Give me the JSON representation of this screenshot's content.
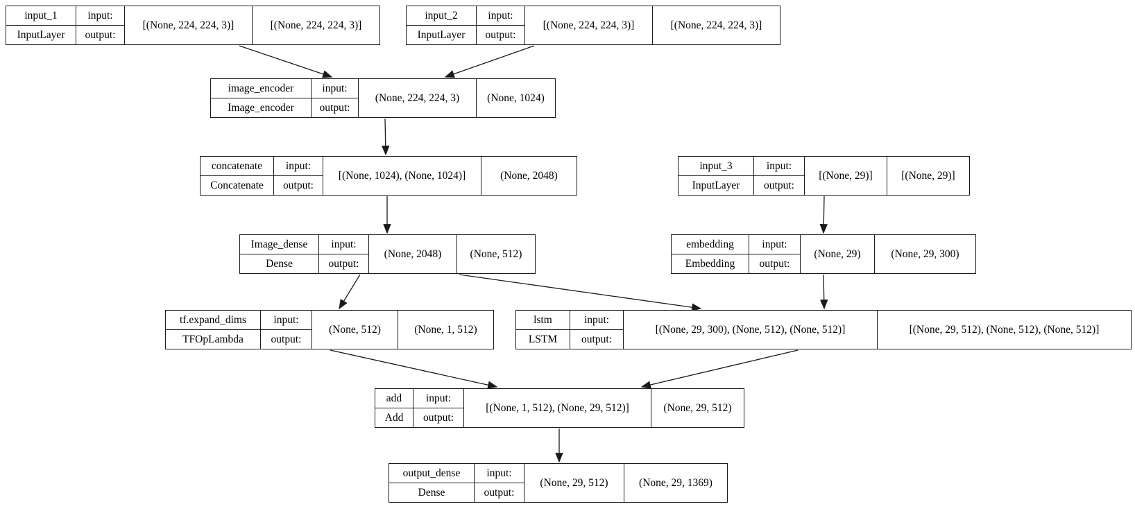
{
  "diagram": {
    "kind": "keras-model-plot",
    "labels": {
      "input": "input:",
      "output": "output:"
    },
    "nodes": [
      {
        "name": "input_1",
        "type": "InputLayer",
        "input_shape": "[(None, 224, 224, 3)]",
        "output_shape": "[(None, 224, 224, 3)]"
      },
      {
        "name": "input_2",
        "type": "InputLayer",
        "input_shape": "[(None, 224, 224, 3)]",
        "output_shape": "[(None, 224, 224, 3)]"
      },
      {
        "name": "image_encoder",
        "type": "Image_encoder",
        "input_shape": "(None, 224, 224, 3)",
        "output_shape": "(None, 1024)"
      },
      {
        "name": "concatenate",
        "type": "Concatenate",
        "input_shape": "[(None, 1024), (None, 1024)]",
        "output_shape": "(None, 2048)"
      },
      {
        "name": "input_3",
        "type": "InputLayer",
        "input_shape": "[(None, 29)]",
        "output_shape": "[(None, 29)]"
      },
      {
        "name": "Image_dense",
        "type": "Dense",
        "input_shape": "(None, 2048)",
        "output_shape": "(None, 512)"
      },
      {
        "name": "embedding",
        "type": "Embedding",
        "input_shape": "(None, 29)",
        "output_shape": "(None, 29, 300)"
      },
      {
        "name": "tf.expand_dims",
        "type": "TFOpLambda",
        "input_shape": "(None, 512)",
        "output_shape": "(None, 1, 512)"
      },
      {
        "name": "lstm",
        "type": "LSTM",
        "input_shape": "[(None, 29, 300), (None, 512), (None, 512)]",
        "output_shape": "[(None, 29, 512), (None, 512), (None, 512)]"
      },
      {
        "name": "add",
        "type": "Add",
        "input_shape": "[(None, 1, 512), (None, 29, 512)]",
        "output_shape": "(None, 29, 512)"
      },
      {
        "name": "output_dense",
        "type": "Dense",
        "input_shape": "(None, 29, 512)",
        "output_shape": "(None, 29, 1369)"
      }
    ],
    "edges": [
      {
        "from": "input_1",
        "to": "image_encoder"
      },
      {
        "from": "input_2",
        "to": "image_encoder"
      },
      {
        "from": "image_encoder",
        "to": "concatenate"
      },
      {
        "from": "concatenate",
        "to": "Image_dense"
      },
      {
        "from": "Image_dense",
        "to": "tf.expand_dims"
      },
      {
        "from": "Image_dense",
        "to": "lstm"
      },
      {
        "from": "input_3",
        "to": "embedding"
      },
      {
        "from": "embedding",
        "to": "lstm"
      },
      {
        "from": "tf.expand_dims",
        "to": "add"
      },
      {
        "from": "lstm",
        "to": "add"
      },
      {
        "from": "add",
        "to": "output_dense"
      }
    ],
    "colors": {
      "line": "#1a1a1a",
      "background": "#ffffff"
    }
  }
}
